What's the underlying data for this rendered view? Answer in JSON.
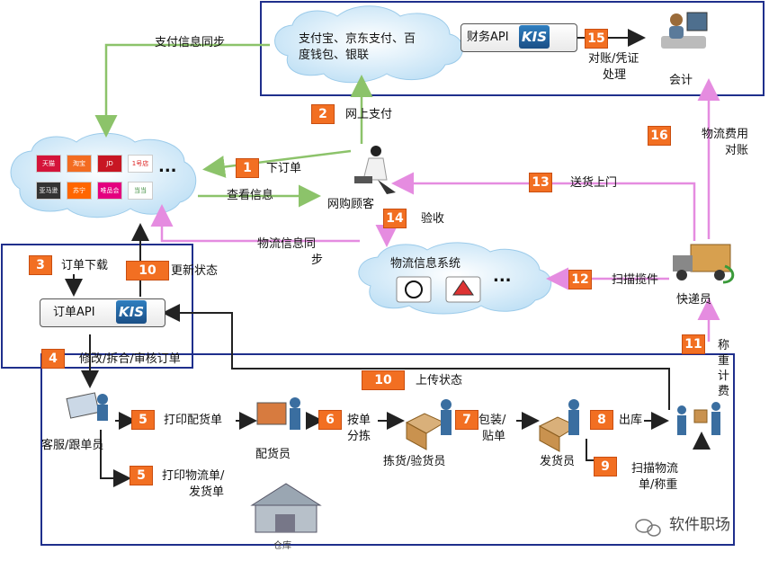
{
  "payment_cloud": {
    "line1": "支付宝、京东支付、百",
    "line2": "度钱包、银联"
  },
  "finance_api": {
    "label": "财务API",
    "kis": "KIS"
  },
  "accountant": {
    "label": "会计"
  },
  "logistics_cloud": {
    "title": "物流信息系统",
    "ellipsis": "..."
  },
  "mall_cloud": {
    "ellipsis": "...",
    "logos": [
      "天猫",
      "淘宝",
      "JD",
      "1号店",
      "亚马逊",
      "苏宁",
      "唯品会",
      "当当"
    ]
  },
  "order_api": {
    "label": "订单API",
    "kis": "KIS"
  },
  "roles": {
    "customer": "网购顾客",
    "courier": "快递员",
    "service": "客服/跟单员",
    "picker": "配货员",
    "checker": "拣货/验货员",
    "shipper": "发货员",
    "warehouse": "仓库"
  },
  "labels": {
    "pay_sync": "支付信息同步",
    "order": "下订单",
    "view_info": "查看信息",
    "online_pay": "网上支付",
    "logistics_sync_1": "物流信息同",
    "logistics_sync_2": "步",
    "order_download": "订单下载",
    "update_status": "更新状态",
    "modify": "修改/拆合/审核订单",
    "upload_status": "上传状态",
    "print_pick": "打印配货单",
    "print_logistics_1": "打印物流单/",
    "print_logistics_2": "发货单",
    "sort_1": "按单",
    "sort_2": "分拣",
    "pack_1": "包装/",
    "pack_2": "贴单",
    "outbound": "出库",
    "scan_weigh_1": "扫描物流",
    "scan_weigh_2": "单/称重",
    "weigh_fee": "称重计费",
    "scan_collect": "扫描揽件",
    "deliver": "送货上门",
    "accept": "验收",
    "reconcile_1": "对账/凭证",
    "reconcile_2": "处理",
    "logistics_fee_1": "物流费用",
    "logistics_fee_2": "对账"
  },
  "steps": {
    "s1": "1",
    "s2": "2",
    "s3": "3",
    "s4": "4",
    "s5a": "5",
    "s5b": "5",
    "s6": "6",
    "s7": "7",
    "s8": "8",
    "s9": "9",
    "s10a": "10",
    "s10b": "10",
    "s11": "11",
    "s12": "12",
    "s13": "13",
    "s14": "14",
    "s15": "15",
    "s16": "16"
  },
  "watermark": "软件职场",
  "colors": {
    "green": "#8cc36a",
    "pink": "#e58ce0",
    "black": "#222222",
    "frame": "#1f2f8c",
    "badge": "#f26f22",
    "cloud": "#cfe8f7"
  }
}
